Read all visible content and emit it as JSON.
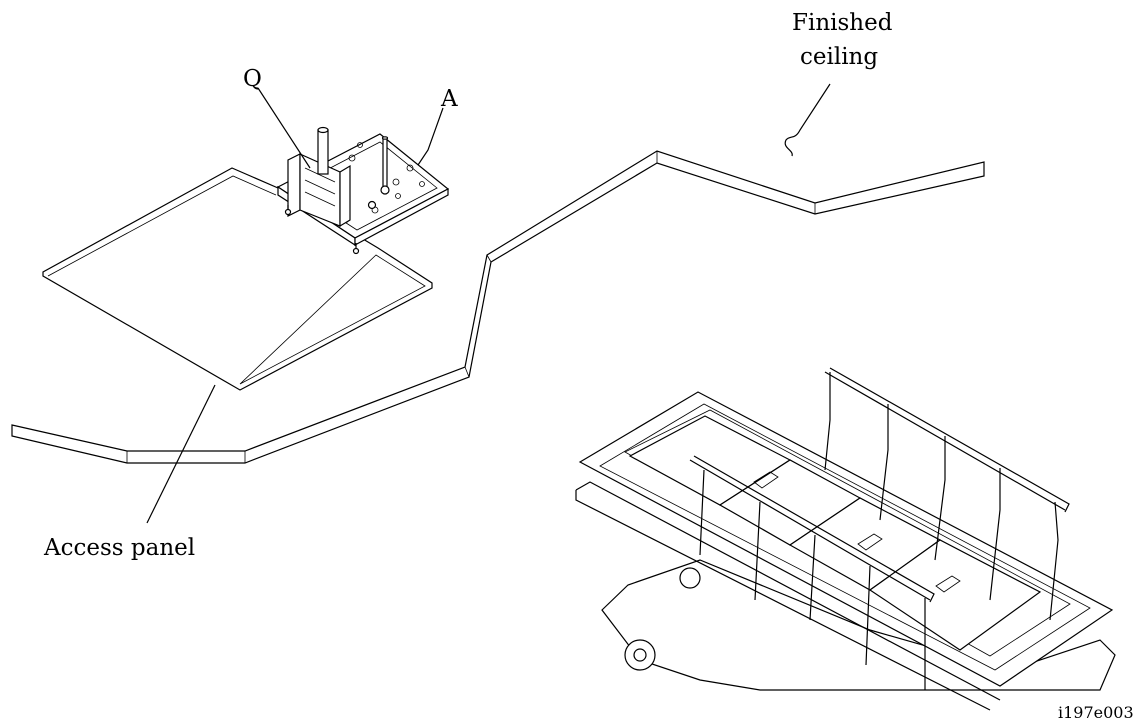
{
  "labels": {
    "finished_ceiling": [
      "Finished",
      "ceiling"
    ],
    "part_a": "A",
    "part_q": "Q",
    "access_panel": "Access panel",
    "figure_id": "i197e003"
  }
}
